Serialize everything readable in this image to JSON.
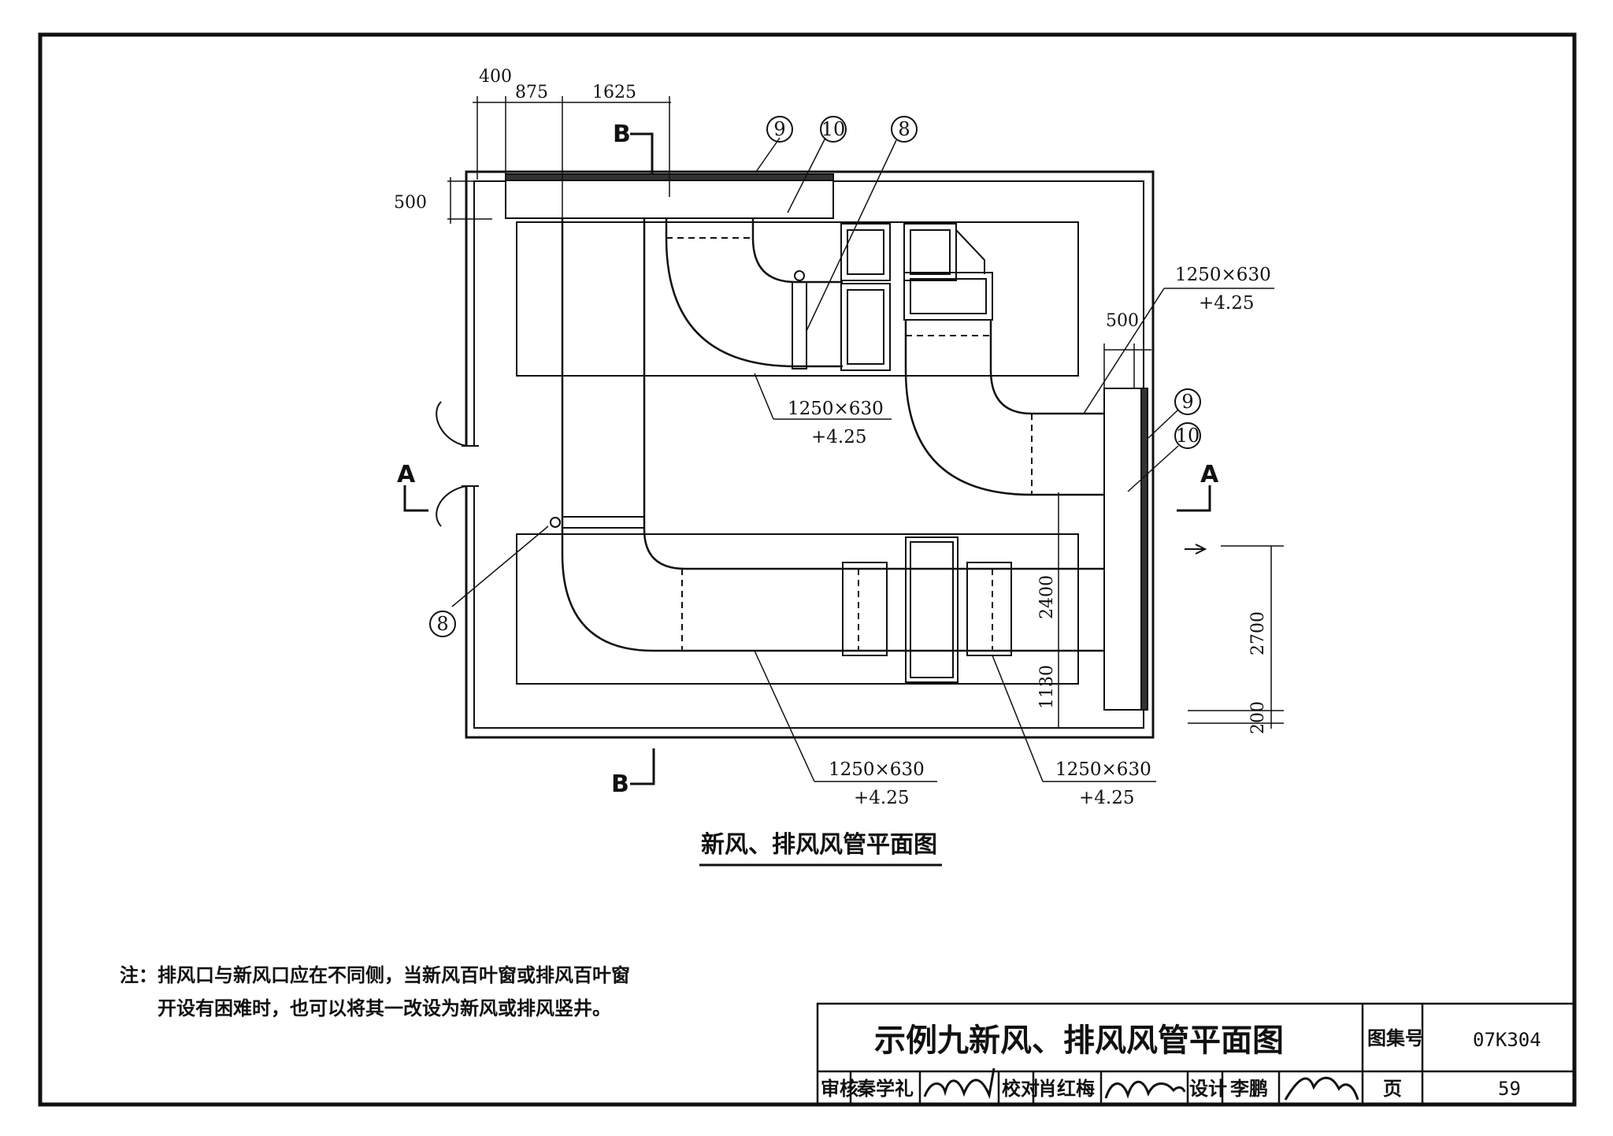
{
  "drawing": {
    "dimensions": {
      "d400": "400",
      "d875": "875",
      "d1625": "1625",
      "d500_top": "500",
      "d500_right": "500",
      "d2400": "2400",
      "d1130": "1130",
      "d2700": "2700",
      "d200": "200"
    },
    "annotations": {
      "duct_upper_right": {
        "size": "1250×630",
        "elevation": "+4.25"
      },
      "duct_upper_center": {
        "size": "1250×630",
        "elevation": "+4.25"
      },
      "duct_lower_left": {
        "size": "1250×630",
        "elevation": "+4.25"
      },
      "duct_lower_right": {
        "size": "1250×630",
        "elevation": "+4.25"
      }
    },
    "bubbles": {
      "top_9": "9",
      "top_10": "10",
      "top_8": "8",
      "right_9": "9",
      "right_10": "10",
      "left_8": "8"
    },
    "section_marks": {
      "b_top": "B",
      "b_bottom": "B",
      "a_left": "A",
      "a_right": "A"
    },
    "caption": "新风、排风风管平面图"
  },
  "note": {
    "line1": "注：排风口与新风口应在不同侧，当新风百叶窗或排风百叶窗",
    "line2": "开设有困难时，也可以将其一改设为新风或排风竖井。"
  },
  "title_block": {
    "title": "示例九新风、排风风管平面图",
    "atlas_label": "图集号",
    "atlas_number": "07K304",
    "review_label": "审核",
    "review_name": "秦学礼",
    "check_label": "校对",
    "check_name": "肖红梅",
    "design_label": "设计",
    "design_name": "李鹏",
    "page_label": "页",
    "page_number": "59"
  }
}
